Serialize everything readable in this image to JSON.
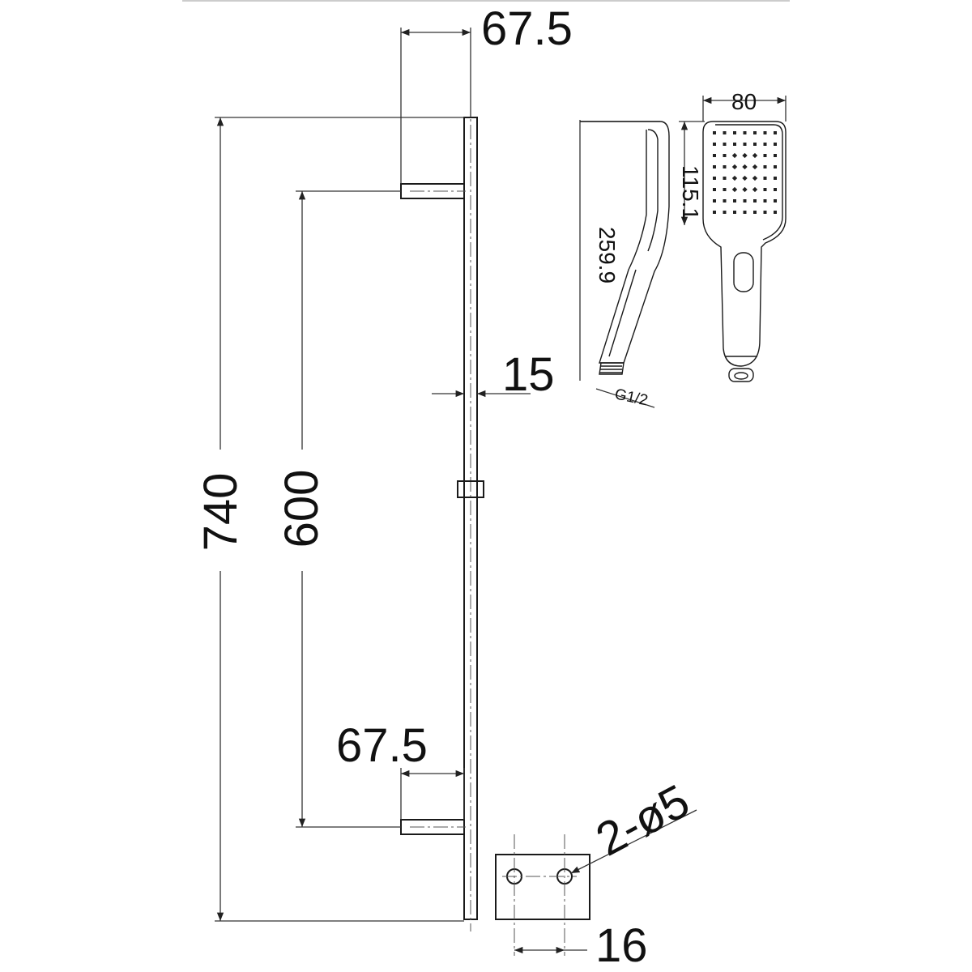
{
  "dimensions": {
    "top_bracket_depth": "67.5",
    "bottom_bracket_depth": "67.5",
    "total_length": "740",
    "bracket_spacing": "600",
    "bar_diameter": "15",
    "plate_hole_spacing": "16",
    "plate_holes": "2-ø5",
    "head_width": "80",
    "head_face_length": "115.1",
    "handset_length": "259.9",
    "connector_thread": "G1/2"
  }
}
